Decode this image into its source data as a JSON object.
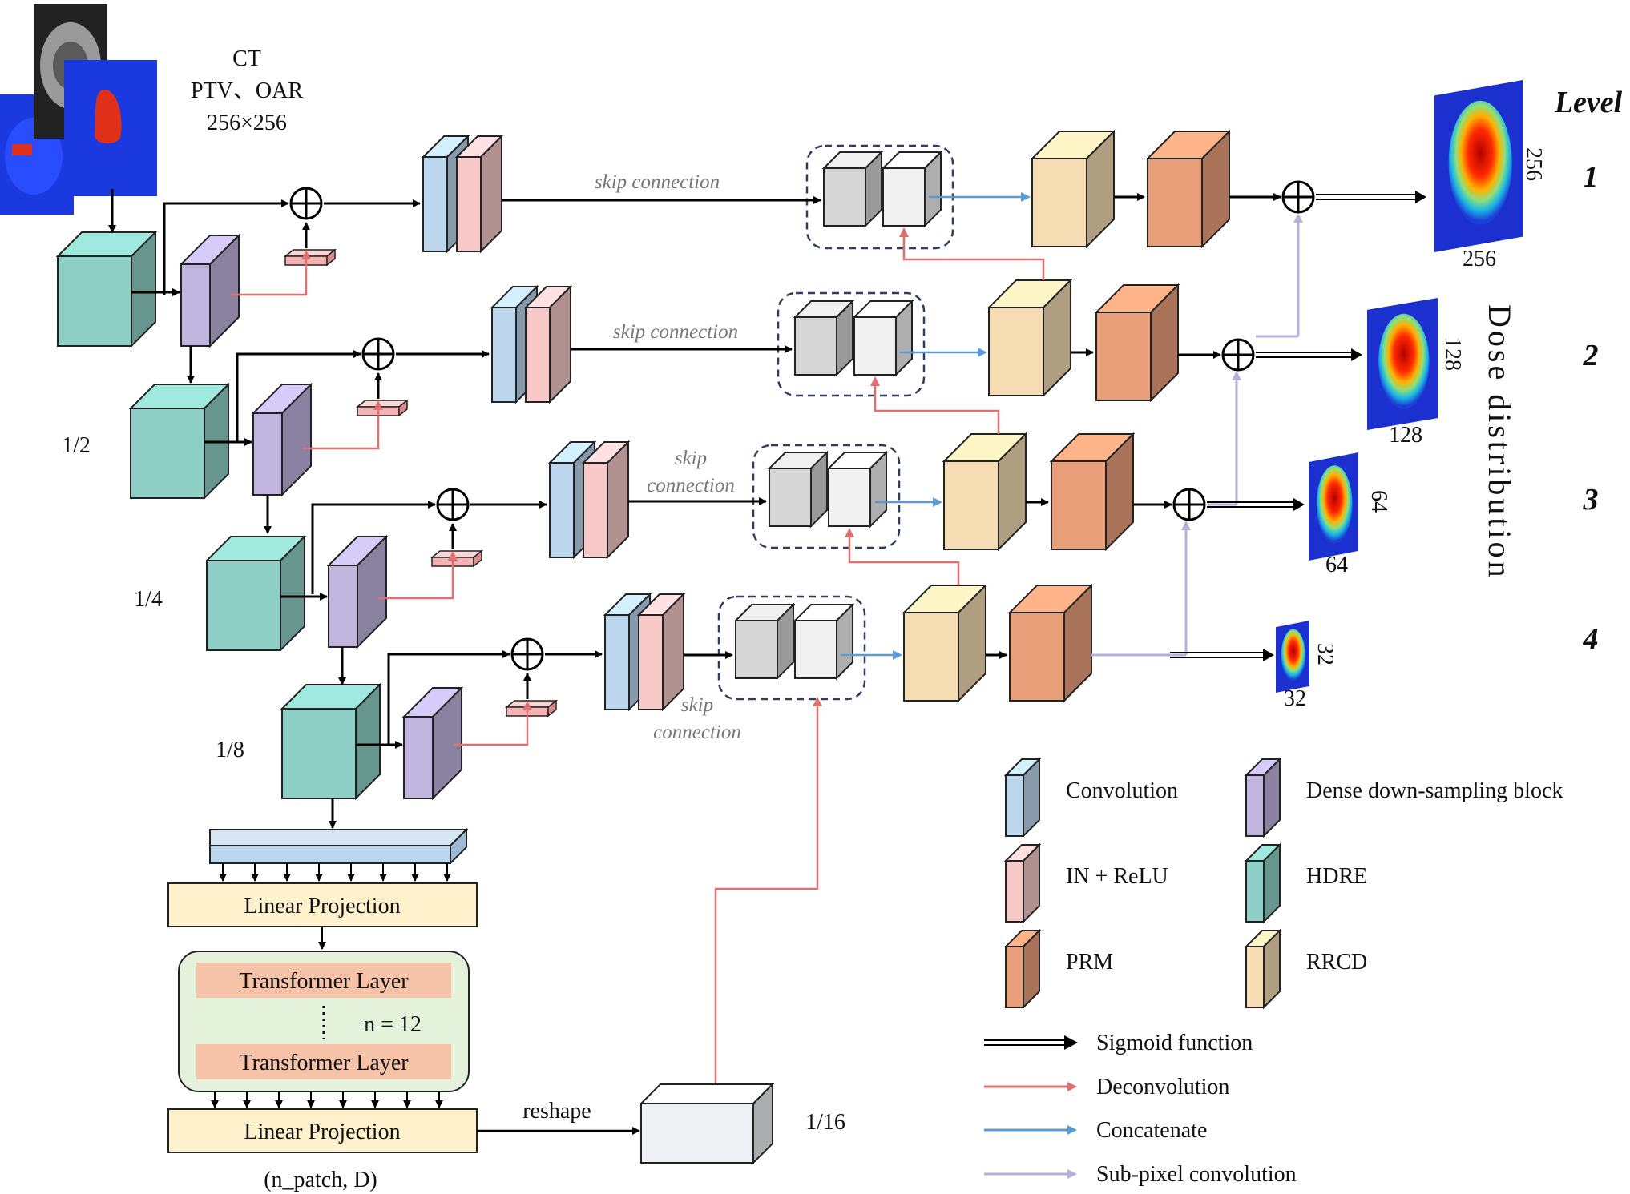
{
  "input": {
    "line1": "CT",
    "line2": "PTV、OAR",
    "line3": "256×256"
  },
  "scales": {
    "s2": "1/2",
    "s4": "1/4",
    "s8": "1/8",
    "s16": "1/16"
  },
  "skip_connection": {
    "full": "skip connection",
    "word1": "skip",
    "word2": "connection"
  },
  "levels": {
    "heading": "Level",
    "items": [
      "1",
      "2",
      "3",
      "4"
    ]
  },
  "outputs": {
    "dose_label": "Dose distribution",
    "sizes": [
      "256",
      "128",
      "64",
      "32"
    ]
  },
  "bottom": {
    "linear_projection": "Linear Projection",
    "transformer_layer": "Transformer Layer",
    "n_layers": "n = 12",
    "reshape": "reshape",
    "shape_label": "(n_patch, D)"
  },
  "legend": {
    "blocks": [
      {
        "label": "Convolution",
        "color": "#bcd6ee"
      },
      {
        "label": "IN + ReLU",
        "color": "#f7c9c9"
      },
      {
        "label": "PRM",
        "color": "#e9a07a"
      },
      {
        "label": "Dense down-sampling block",
        "color": "#bfb5de"
      },
      {
        "label": "HDRE",
        "color": "#8fd0c6"
      },
      {
        "label": "RRCD",
        "color": "#f5dcb3"
      }
    ],
    "arrows": [
      {
        "label": "Sigmoid function",
        "color": "#000000"
      },
      {
        "label": "Deconvolution",
        "color": "#e07070"
      },
      {
        "label": "Concatenate",
        "color": "#5b9bd5"
      },
      {
        "label": "Sub-pixel convolution",
        "color": "#b7b0d8"
      }
    ]
  }
}
